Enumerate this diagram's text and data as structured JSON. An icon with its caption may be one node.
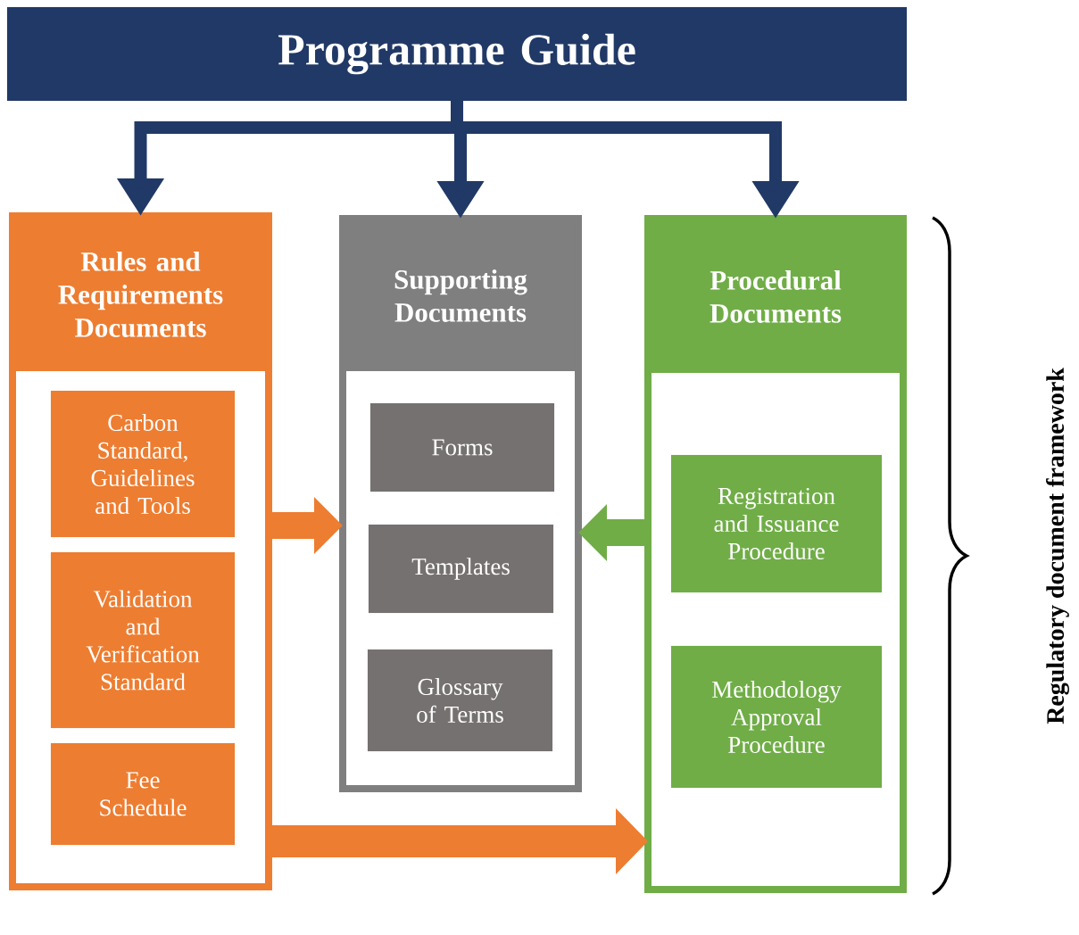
{
  "diagram": {
    "nodes": [
      {
        "text": [
          "Programme Guide"
        ]
      },
      {
        "text": [
          "Rules and Requirements Documents"
        ]
      },
      {
        "text": [
          "Carbon Standard, Guidelines and Tools"
        ],
        "in": 1
      },
      {
        "text": [
          "Validation and Verification Standard"
        ],
        "in": 1
      },
      {
        "text": [
          "Fee Schedule"
        ],
        "in": 1
      },
      {
        "text": [
          "Supporting Documents"
        ]
      },
      {
        "text": [
          "Forms"
        ],
        "in": 5
      },
      {
        "text": [
          "Templates"
        ],
        "in": 5
      },
      {
        "text": [
          "Glossary of Terms"
        ],
        "in": 5
      },
      {
        "text": [
          "Procedural Documents"
        ]
      },
      {
        "text": [
          "Registration and Issuance Procedure"
        ],
        "in": 9
      },
      {
        "text": [
          "Methodology Approval Procedure"
        ],
        "in": 9
      }
    ],
    "edges": [
      {
        "from": 0,
        "to": 1,
        "arrow": "to"
      },
      {
        "from": 0,
        "to": 5,
        "arrow": "to"
      },
      {
        "from": 0,
        "to": 9,
        "arrow": "to"
      },
      {
        "from": 1,
        "to": 5,
        "arrow": "to",
        "style": "thick",
        "color": "#ed7d31"
      },
      {
        "from": 9,
        "to": 5,
        "arrow": "to",
        "style": "thick",
        "color": "#70ad47"
      },
      {
        "from": 1,
        "to": 9,
        "arrow": "to",
        "style": "thick",
        "color": "#ed7d31"
      }
    ],
    "labels": [
      "Regulatory document framework"
    ]
  }
}
